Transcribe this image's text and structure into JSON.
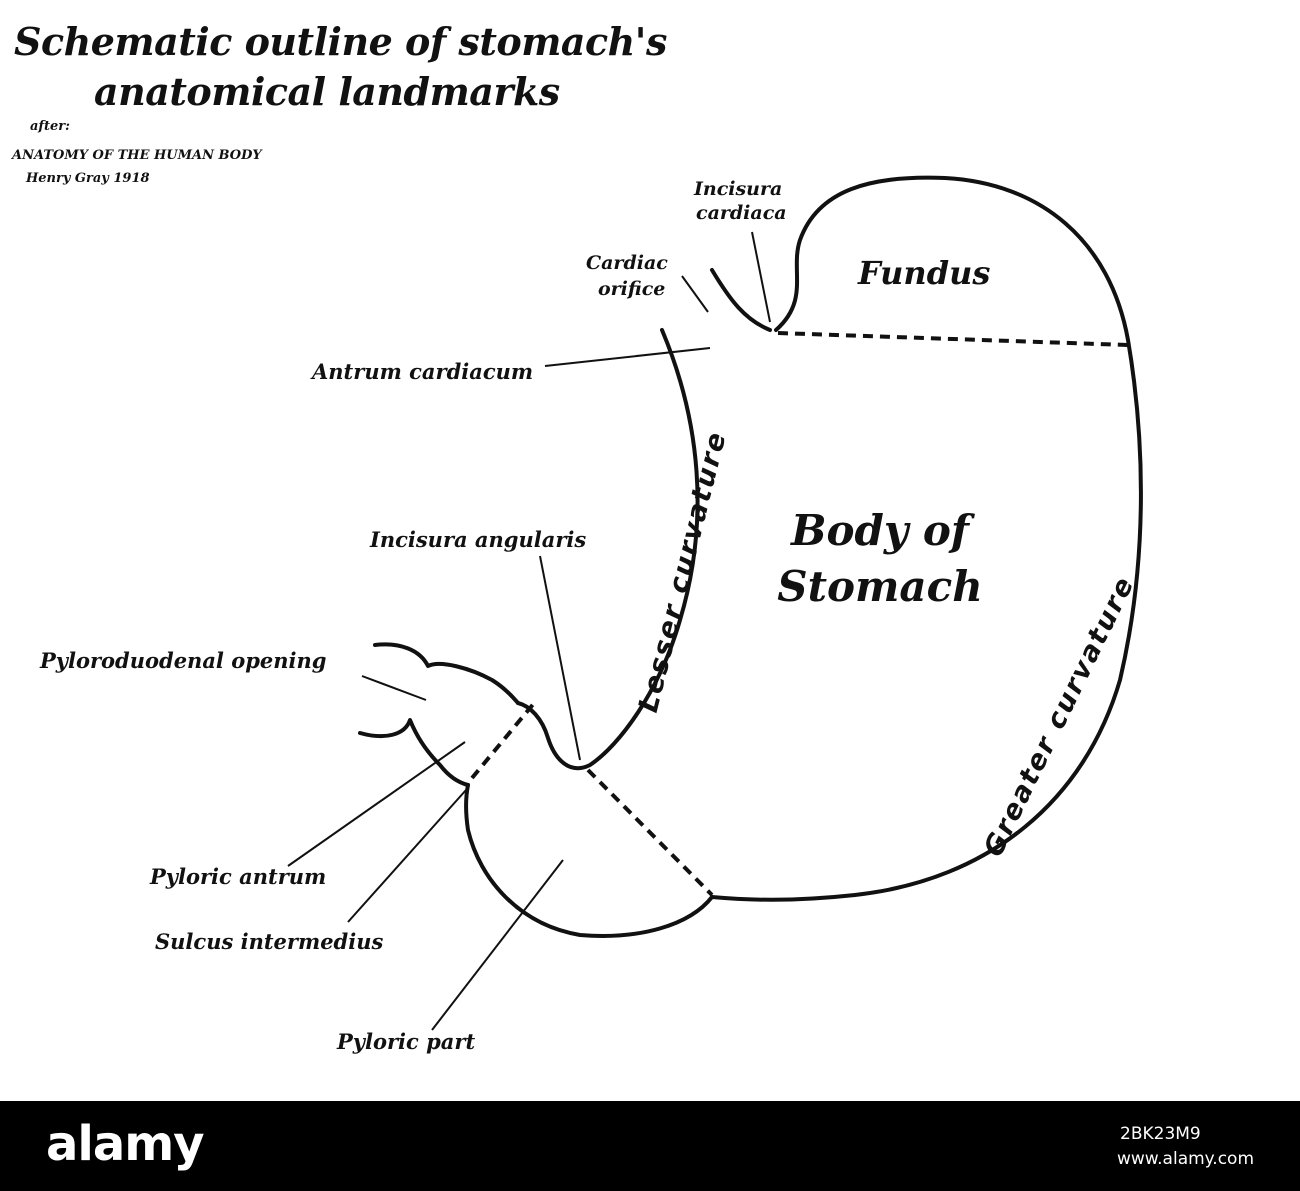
{
  "title": {
    "line1": "Schematic outline of stomach's",
    "line2": "anatomical landmarks"
  },
  "credit": {
    "after": "after:",
    "source": "ANATOMY  OF THE HUMAN BODY",
    "author": "Henry Gray 1918"
  },
  "labels": {
    "incisura_cardiaca_1": "Incisura",
    "incisura_cardiaca_2": "cardiaca",
    "cardiac_orifice_1": "Cardiac",
    "cardiac_orifice_2": "orifice",
    "fundus": "Fundus",
    "antrum_cardiacum": "Antrum cardiacum",
    "lesser_curvature": "Lesser curvature",
    "body_1": "Body of",
    "body_2": "Stomach",
    "incisura_angularis": "Incisura angularis",
    "greater_curvature": "Greater curvature",
    "pyloroduodenal_opening": "Pyloroduodenal opening",
    "pyloric_antrum": "Pyloric antrum",
    "sulcus_intermedius": "Sulcus intermedius",
    "pyloric_part": "Pyloric part"
  },
  "footer": {
    "brand": "alamy",
    "image_id": "2BK23M9",
    "site": "www.alamy.com"
  },
  "colors": {
    "ink": "#111111",
    "background": "#ffffff",
    "footer_bg": "#000000",
    "footer_text": "#ffffff"
  }
}
